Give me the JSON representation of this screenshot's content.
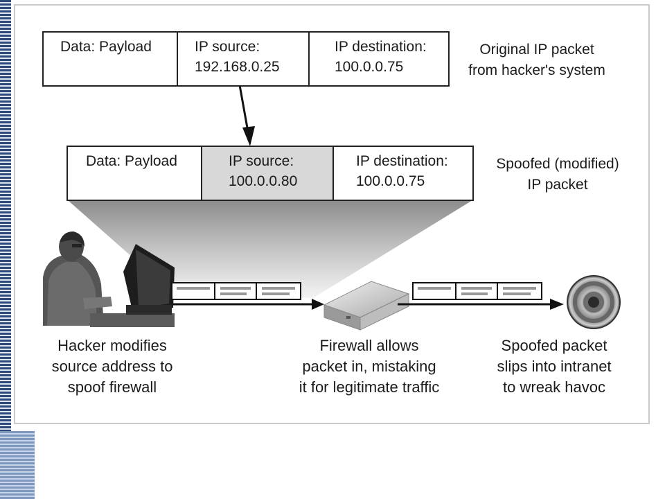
{
  "original_packet": {
    "payload": "Data: Payload",
    "source_label": "IP source:",
    "source_value": "192.168.0.25",
    "dest_label": "IP destination:",
    "dest_value": "100.0.0.75",
    "caption_line1": "Original IP packet",
    "caption_line2": "from hacker's system"
  },
  "spoofed_packet": {
    "payload": "Data: Payload",
    "source_label": "IP source:",
    "source_value": "100.0.0.80",
    "dest_label": "IP destination:",
    "dest_value": "100.0.0.75",
    "caption_line1": "Spoofed (modified)",
    "caption_line2": "IP packet",
    "highlight_color": "#d8d8d8"
  },
  "captions": {
    "hacker": [
      "Hacker modifies",
      "source address to",
      "spoof firewall"
    ],
    "firewall": [
      "Firewall allows",
      "packet in, mistaking",
      "it for legitimate traffic"
    ],
    "target": [
      "Spoofed packet",
      "slips into intranet",
      "to wreak havoc"
    ]
  },
  "icons": [
    "hacker-at-computer-icon",
    "firewall-device-icon",
    "target-bullseye-icon"
  ]
}
